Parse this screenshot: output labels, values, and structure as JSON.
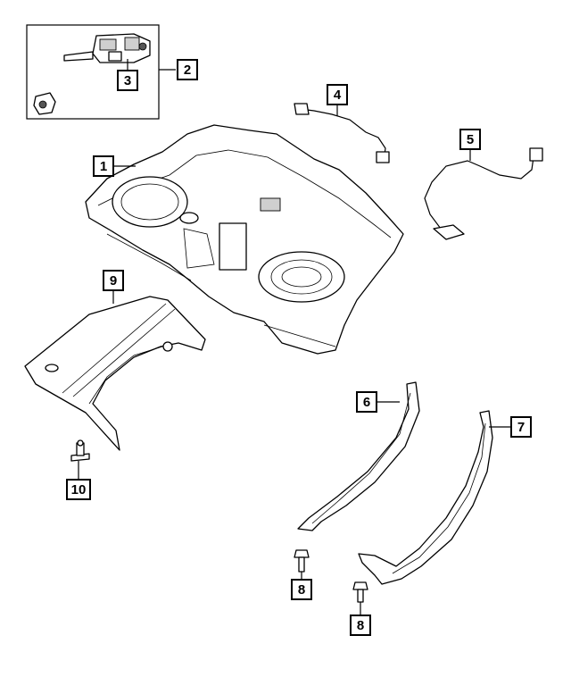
{
  "callouts": {
    "c1": "1",
    "c2": "2",
    "c3": "3",
    "c4": "4",
    "c5": "5",
    "c6": "6",
    "c7": "7",
    "c8a": "8",
    "c8b": "8",
    "c9": "9",
    "c10": "10"
  }
}
